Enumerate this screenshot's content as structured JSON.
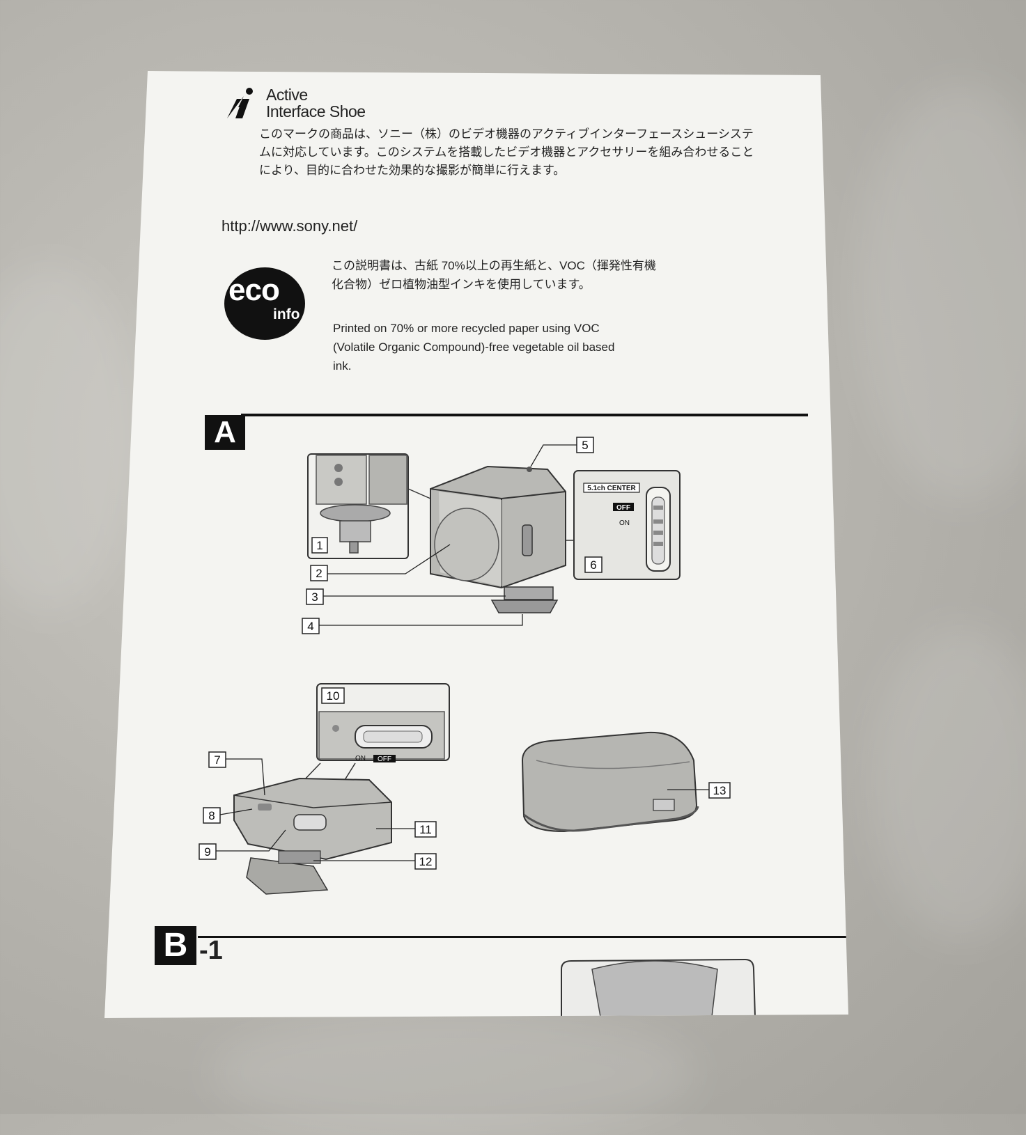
{
  "header": {
    "logo_icon": "active-interface-shoe-logo",
    "logo_line1": "Active",
    "logo_line2": "Interface Shoe",
    "description_jp": "このマークの商品は、ソニー（株）のビデオ機器のアクティブインターフェースシューシステムに対応しています。このシステムを搭載したビデオ機器とアクセサリーを組み合わせることにより、目的に合わせた効果的な撮影が簡単に行えます。"
  },
  "website": {
    "url": "http://www.sony.net/"
  },
  "eco": {
    "logo_word": "eco",
    "logo_sub": "info",
    "text_jp": "この説明書は、古紙 70%以上の再生紙と、VOC（揮発性有機化合物）ゼロ植物油型インキを使用しています。",
    "text_en": "Printed on 70% or more recycled paper using VOC (Volatile Organic Compound)-free vegetable oil based ink."
  },
  "section_a": {
    "label": "A",
    "switch": {
      "title": "5.1ch CENTER",
      "off": "OFF",
      "on": "ON"
    },
    "callouts": [
      "1",
      "2",
      "3",
      "4",
      "5",
      "6",
      "7",
      "8",
      "9",
      "10",
      "11",
      "12",
      "13"
    ],
    "receiver_switch": {
      "on": "ON",
      "off": "OFF"
    }
  },
  "section_b": {
    "label": "B",
    "suffix": "-1"
  }
}
